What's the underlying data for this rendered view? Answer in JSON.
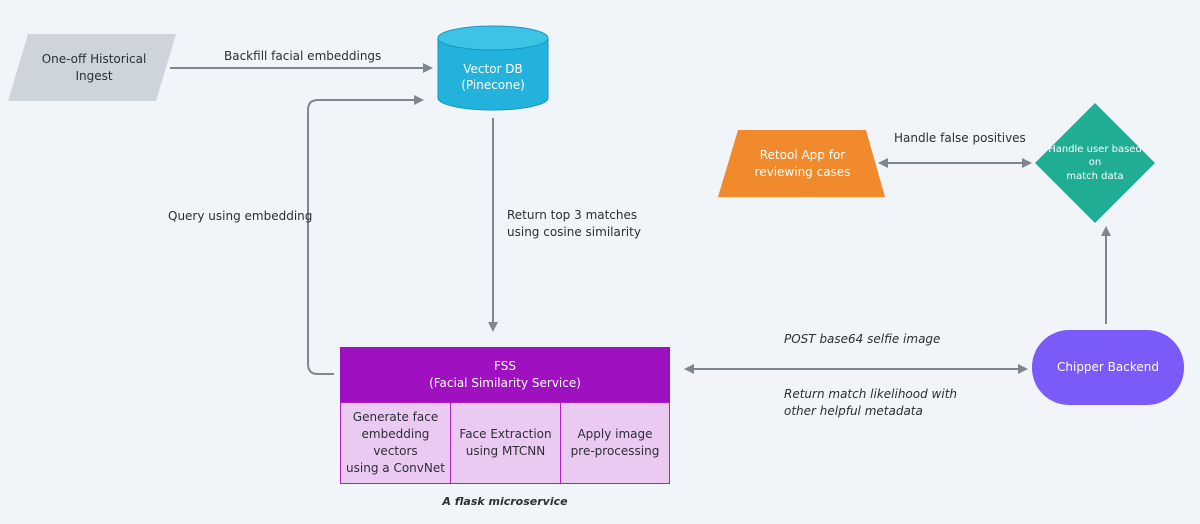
{
  "nodes": {
    "historical_ingest": "One-off Historical\nIngest",
    "vector_db": "Vector DB\n(Pinecone)",
    "retool_app": "Retool App for\nreviewing cases",
    "handle_user": "Handle user based on\nmatch data",
    "fss_title": "FSS\n(Facial Similarity Service)",
    "chipper_backend": "Chipper Backend",
    "sub_embedding": "Generate face\nembedding\nvectors\nusing a ConvNet",
    "sub_extraction": "Face Extraction\nusing MTCNN",
    "sub_preprocessing": "Apply image\npre-processing",
    "fss_caption": "A flask microservice"
  },
  "edges": {
    "backfill": "Backfill facial embeddings",
    "query": "Query using embedding",
    "return_top": "Return top 3 matches\nusing cosine similarity",
    "false_positives": "Handle false positives",
    "post_selfie": "POST base64 selfie image",
    "return_match": "Return match likelihood with\nother helpful metadata"
  },
  "colors": {
    "ingest": "#cdd4dc",
    "vector_db": "#22b2db",
    "retool": "#f08a2c",
    "decision": "#1fae94",
    "fss": "#9f10c0",
    "sub": "#ebcaf2",
    "chipper": "#7a5af8",
    "edge": "#7e8790"
  }
}
